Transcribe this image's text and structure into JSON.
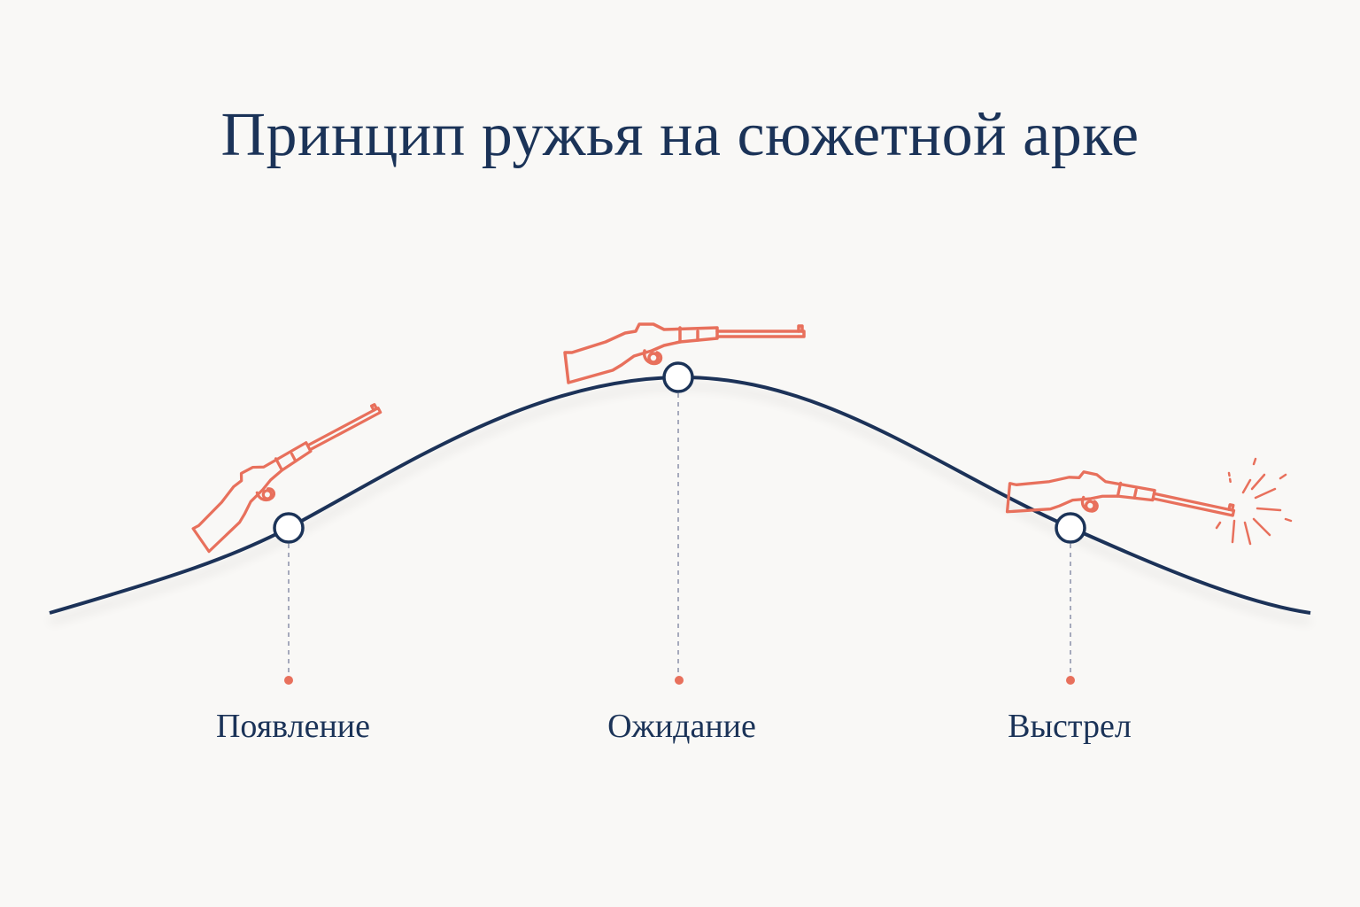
{
  "title": "Принцип ружья на сюжетной арке",
  "colors": {
    "background": "#f9f8f6",
    "curve": "#1b3358",
    "rifle": "#e8705c",
    "marker_dot": "#e8705c",
    "leader_line": "#8a90a8"
  },
  "stages": [
    {
      "label": "Появление",
      "icon": "rifle-icon"
    },
    {
      "label": "Ожидание",
      "icon": "rifle-icon"
    },
    {
      "label": "Выстрел",
      "icon": "rifle-firing-icon"
    }
  ]
}
